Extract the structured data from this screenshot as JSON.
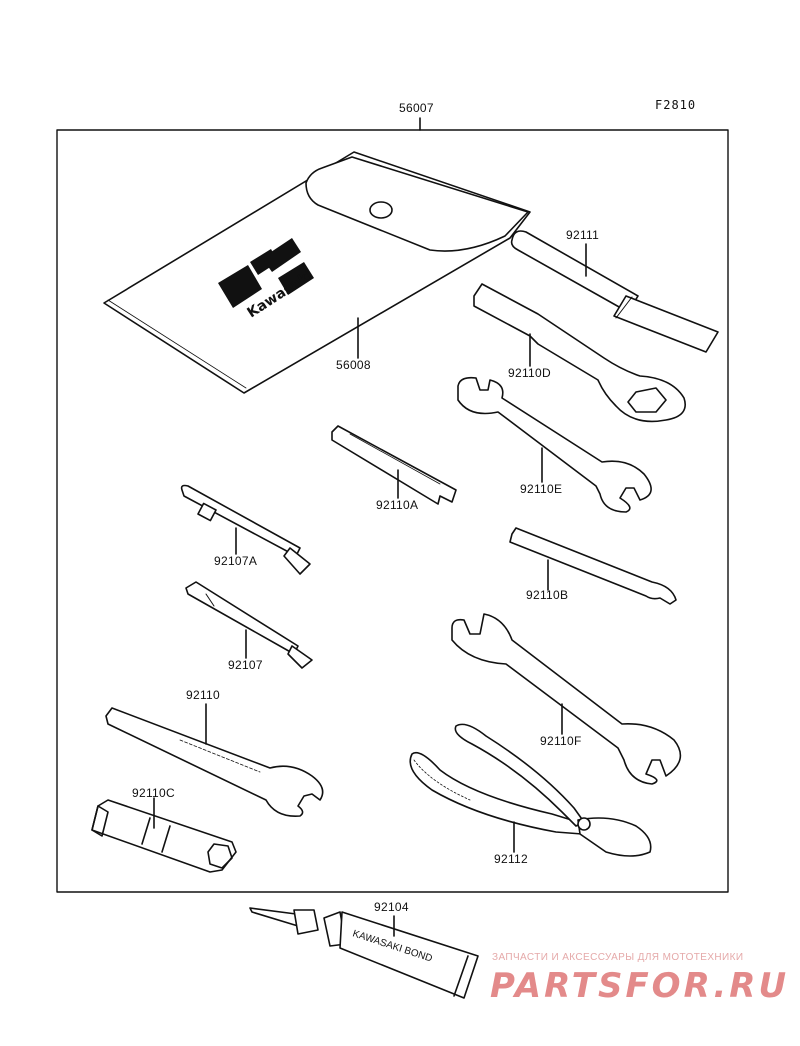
{
  "figure_code": "F2810",
  "part_labels": {
    "kit": "56007",
    "pouch": "56008",
    "p92111": "92111",
    "p92110D": "92110D",
    "p92110E": "92110E",
    "p92110A": "92110A",
    "p92107A": "92107A",
    "p92110B": "92110B",
    "p92107": "92107",
    "p92110": "92110",
    "p92110F": "92110F",
    "p92110C": "92110C",
    "p92112": "92112",
    "p92104": "92104"
  },
  "pouch_logo": "Kawasaki",
  "bond_tube_text": "KAWASAKI BOND",
  "watermark": {
    "subtitle": "ЗАПЧАСТИ И АКСЕССУАРЫ ДЛЯ МОТОТЕХНИКИ",
    "brand": "PARTSFOR.RU",
    "color": "#e38a8a"
  }
}
